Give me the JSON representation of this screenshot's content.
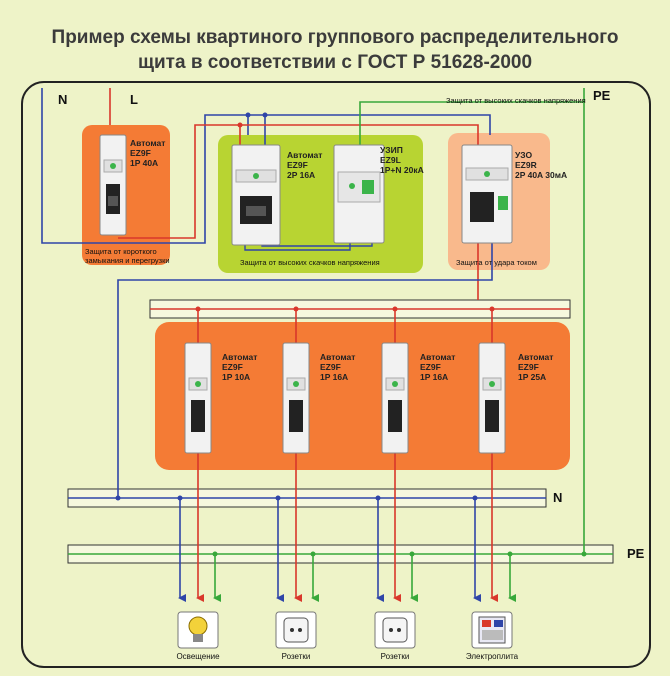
{
  "title": {
    "line1": "Пример схемы квартиного группового распределительного",
    "line2": "щита в соответствии с ГОСТ Р 51628-2000"
  },
  "wires": {
    "n": "N",
    "l": "L",
    "pe": "PE",
    "n_bus": "N",
    "pe_bus": "PE"
  },
  "main_breaker": {
    "line1": "Автомат",
    "line2": "EZ9F",
    "line3": "1P 40A",
    "note": "Защита от короткого замыкания и перегрузки"
  },
  "surge_breaker": {
    "line1": "Автомат",
    "line2": "EZ9F",
    "line3": "2P 16A"
  },
  "spd": {
    "line1": "УЗИП",
    "line2": "EZ9L",
    "line3": "1P+N 20кА"
  },
  "surge_note": "Защита от высоких скачков напряжения",
  "surge_note_top": "Защита от высоких скачков напряжения",
  "rcd": {
    "line1": "УЗО",
    "line2": "EZ9R",
    "line3": "2P 40A 30мА",
    "note": "Защита от удара током"
  },
  "group_breakers": [
    {
      "line1": "Автомат",
      "line2": "EZ9F",
      "line3": "1P 10A"
    },
    {
      "line1": "Автомат",
      "line2": "EZ9F",
      "line3": "1P 16A"
    },
    {
      "line1": "Автомат",
      "line2": "EZ9F",
      "line3": "1P 16A"
    },
    {
      "line1": "Автомат",
      "line2": "EZ9F",
      "line3": "1P 25A"
    }
  ],
  "loads": [
    {
      "label": "Освещение",
      "icon": "lightbulb-icon"
    },
    {
      "label": "Розетки",
      "icon": "socket-icon"
    },
    {
      "label": "Розетки",
      "icon": "socket-icon"
    },
    {
      "label": "Электроплита",
      "icon": "stove-icon"
    }
  ],
  "colors": {
    "phase": "#d9372b",
    "neutral": "#2f45a8",
    "earth": "#38a83a",
    "orange": "#f47b35",
    "green": "#b8d432"
  }
}
